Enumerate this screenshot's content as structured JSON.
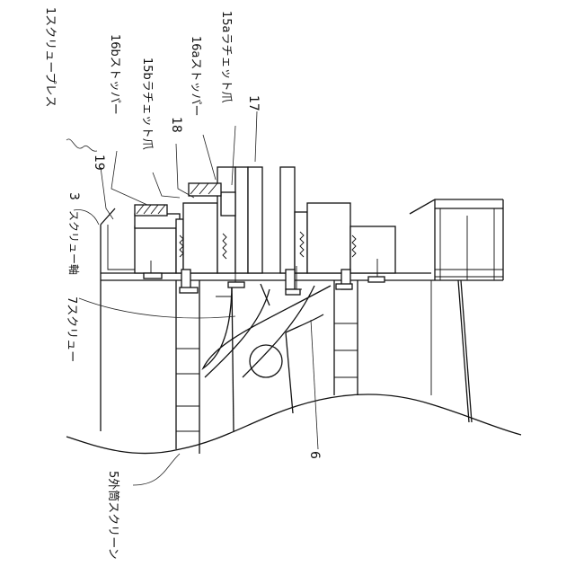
{
  "labels": {
    "screw_press": "1スクリュープレス",
    "stopper_b": "16bストッパー",
    "ratchet_b": "15bラチェット爪",
    "part_18": "18",
    "stopper_a": "16aストッパー",
    "ratchet_a": "15aラチェット爪",
    "part_17": "17",
    "part_19": "19",
    "part_3": "3",
    "screw_shaft": "スクリュー軸",
    "screw": "7スクリュー",
    "part_6": "6",
    "outer_screen": "5外筒スクリーン"
  }
}
